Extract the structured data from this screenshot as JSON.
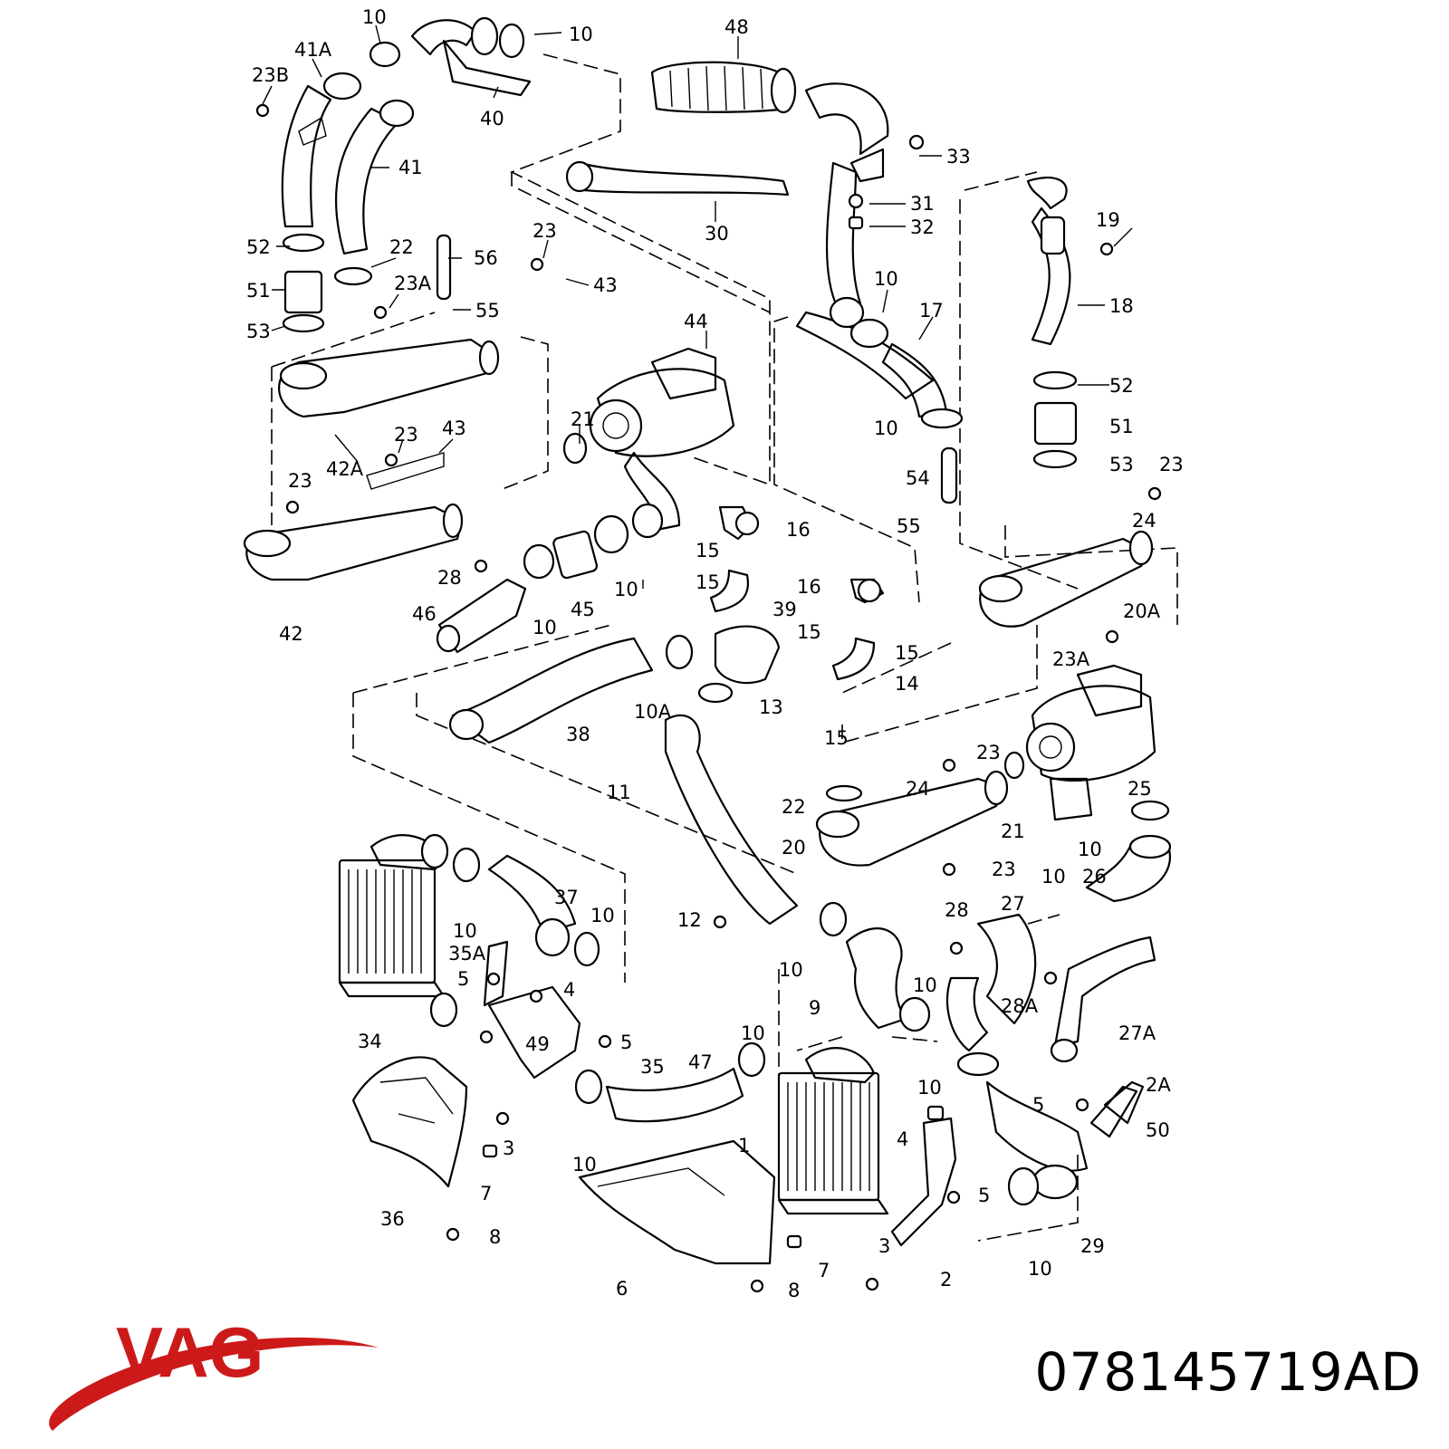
{
  "brand": {
    "logo_text": "VAG",
    "logo_color": "#cc1a1a"
  },
  "part_number": "078145719AD",
  "callouts": [
    "10",
    "10",
    "41A",
    "23B",
    "48",
    "40",
    "41",
    "33",
    "30",
    "31",
    "32",
    "52",
    "22",
    "56",
    "23",
    "43",
    "19",
    "51",
    "23A",
    "55",
    "53",
    "10",
    "17",
    "18",
    "44",
    "52",
    "21",
    "42A",
    "23",
    "43",
    "10",
    "51",
    "54",
    "53",
    "23",
    "23",
    "55",
    "24",
    "16",
    "28",
    "15",
    "15",
    "10",
    "45",
    "46",
    "10",
    "39",
    "16",
    "15",
    "15",
    "20A",
    "42",
    "23A",
    "14",
    "10A",
    "13",
    "38",
    "15",
    "23",
    "11",
    "24",
    "25",
    "22",
    "21",
    "20",
    "10",
    "23",
    "10",
    "26",
    "37",
    "10",
    "10",
    "28",
    "27",
    "12",
    "35A",
    "10",
    "5",
    "4",
    "9",
    "10",
    "28A",
    "27A",
    "34",
    "49",
    "5",
    "35",
    "10",
    "47",
    "10",
    "2A",
    "5",
    "50",
    "4",
    "1",
    "3",
    "10",
    "5",
    "7",
    "36",
    "8",
    "3",
    "29",
    "7",
    "6",
    "8",
    "2",
    "10"
  ]
}
